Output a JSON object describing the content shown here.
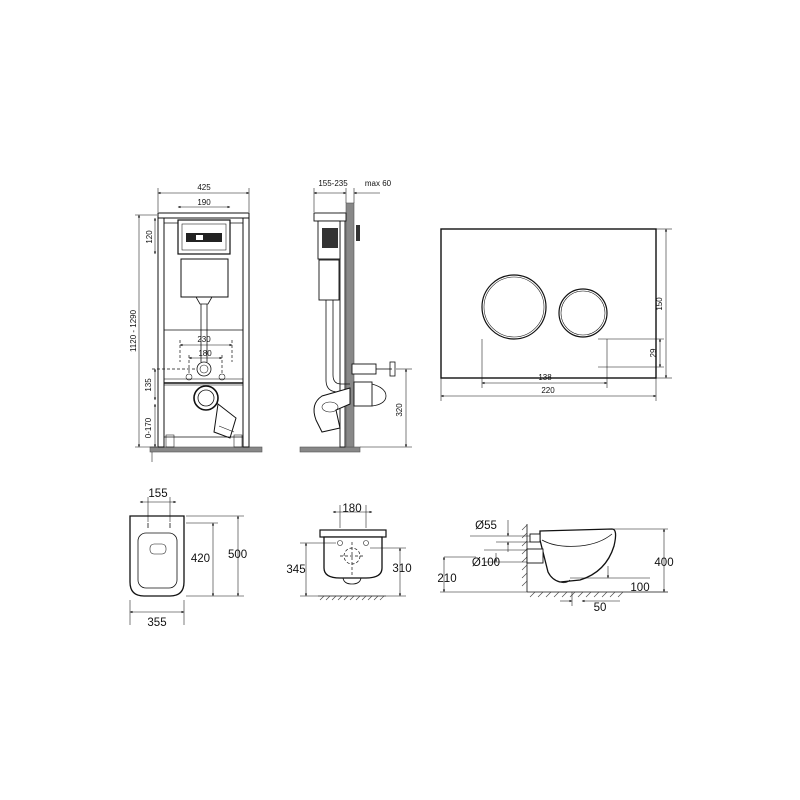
{
  "frame_front": {
    "width": "425",
    "top_width": "190",
    "height_range": "1120 - 1290",
    "top_offset": "120",
    "pipe_spacing": "230",
    "stud_spacing": "180",
    "outlet_height": "135",
    "foot_adjust": "0-170"
  },
  "frame_side": {
    "depth_range": "155-235",
    "max_depth": "max 60",
    "outlet_height": "320"
  },
  "flush_plate": {
    "height": "150",
    "width": "220",
    "buttons_span": "138",
    "bottom_offset": "29"
  },
  "bowl_top": {
    "fix_spacing": "155",
    "width": "355",
    "length": "500",
    "seat_length": "420"
  },
  "bowl_back": {
    "fix_spacing": "180",
    "height_left": "345",
    "height_right": "310"
  },
  "bowl_side": {
    "inlet_diameter": "Ø55",
    "outlet_diameter": "Ø100",
    "outlet_height": "210",
    "height": "400",
    "bottom": "100",
    "wall_gap": "50"
  }
}
